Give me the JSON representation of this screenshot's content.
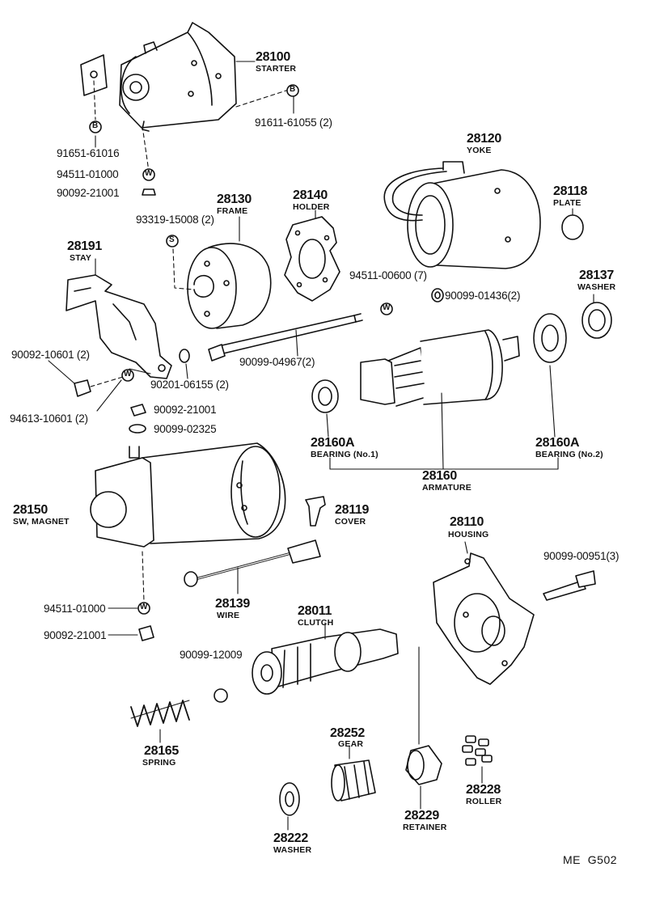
{
  "labels": {
    "starter": {
      "num": "28100",
      "name": "STARTER"
    },
    "b_bolt_right": "91611-61055 (2)",
    "b_bolt_left": "91651-61016",
    "washer_w1": "94511-01000",
    "nut_1": "90092-21001",
    "yoke": {
      "num": "28120",
      "name": "YOKE"
    },
    "plate": {
      "num": "28118",
      "name": "PLATE"
    },
    "frame": {
      "num": "28130",
      "name": "FRAME"
    },
    "holder": {
      "num": "28140",
      "name": "HOLDER"
    },
    "screw_s": "93319-15008 (2)",
    "stay": {
      "num": "28191",
      "name": "STAY"
    },
    "washer_w7": "94511-00600 (7)",
    "o_ring": "90099-01436(2)",
    "washer_28137": {
      "num": "28137",
      "name": "WASHER"
    },
    "nut_stay": "90092-10601 (2)",
    "through_bolt": "90099-04967(2)",
    "washer_06155": "90201-06155 (2)",
    "washer_w10601": "94613-10601 (2)",
    "nut_2": "90092-21001",
    "washer_02325": "90099-02325",
    "bearing1": {
      "num": "28160A",
      "name": "BEARING (No.1)"
    },
    "bearing2": {
      "num": "28160A",
      "name": "BEARING (No.2)"
    },
    "armature": {
      "num": "28160",
      "name": "ARMATURE"
    },
    "sw_magnet": {
      "num": "28150",
      "name": "SW, MAGNET"
    },
    "cover": {
      "num": "28119",
      "name": "COVER"
    },
    "housing": {
      "num": "28110",
      "name": "HOUSING"
    },
    "housing_bolt": "90099-00951(3)",
    "wire": {
      "num": "28139",
      "name": "WIRE"
    },
    "washer_w2": "94511-01000",
    "nut_3": "90092-21001",
    "clutch": {
      "num": "28011",
      "name": "CLUTCH"
    },
    "ball": "90099-12009",
    "spring": {
      "num": "28165",
      "name": "SPRING"
    },
    "gear": {
      "num": "28252",
      "name": "GEAR"
    },
    "retainer": {
      "num": "28229",
      "name": "RETAINER"
    },
    "roller": {
      "num": "28228",
      "name": "ROLLER"
    },
    "washer_28222": {
      "num": "28222",
      "name": "WASHER"
    }
  },
  "markers": {
    "b": "B",
    "w": "W",
    "s": "S"
  },
  "footer": "ME  G502"
}
